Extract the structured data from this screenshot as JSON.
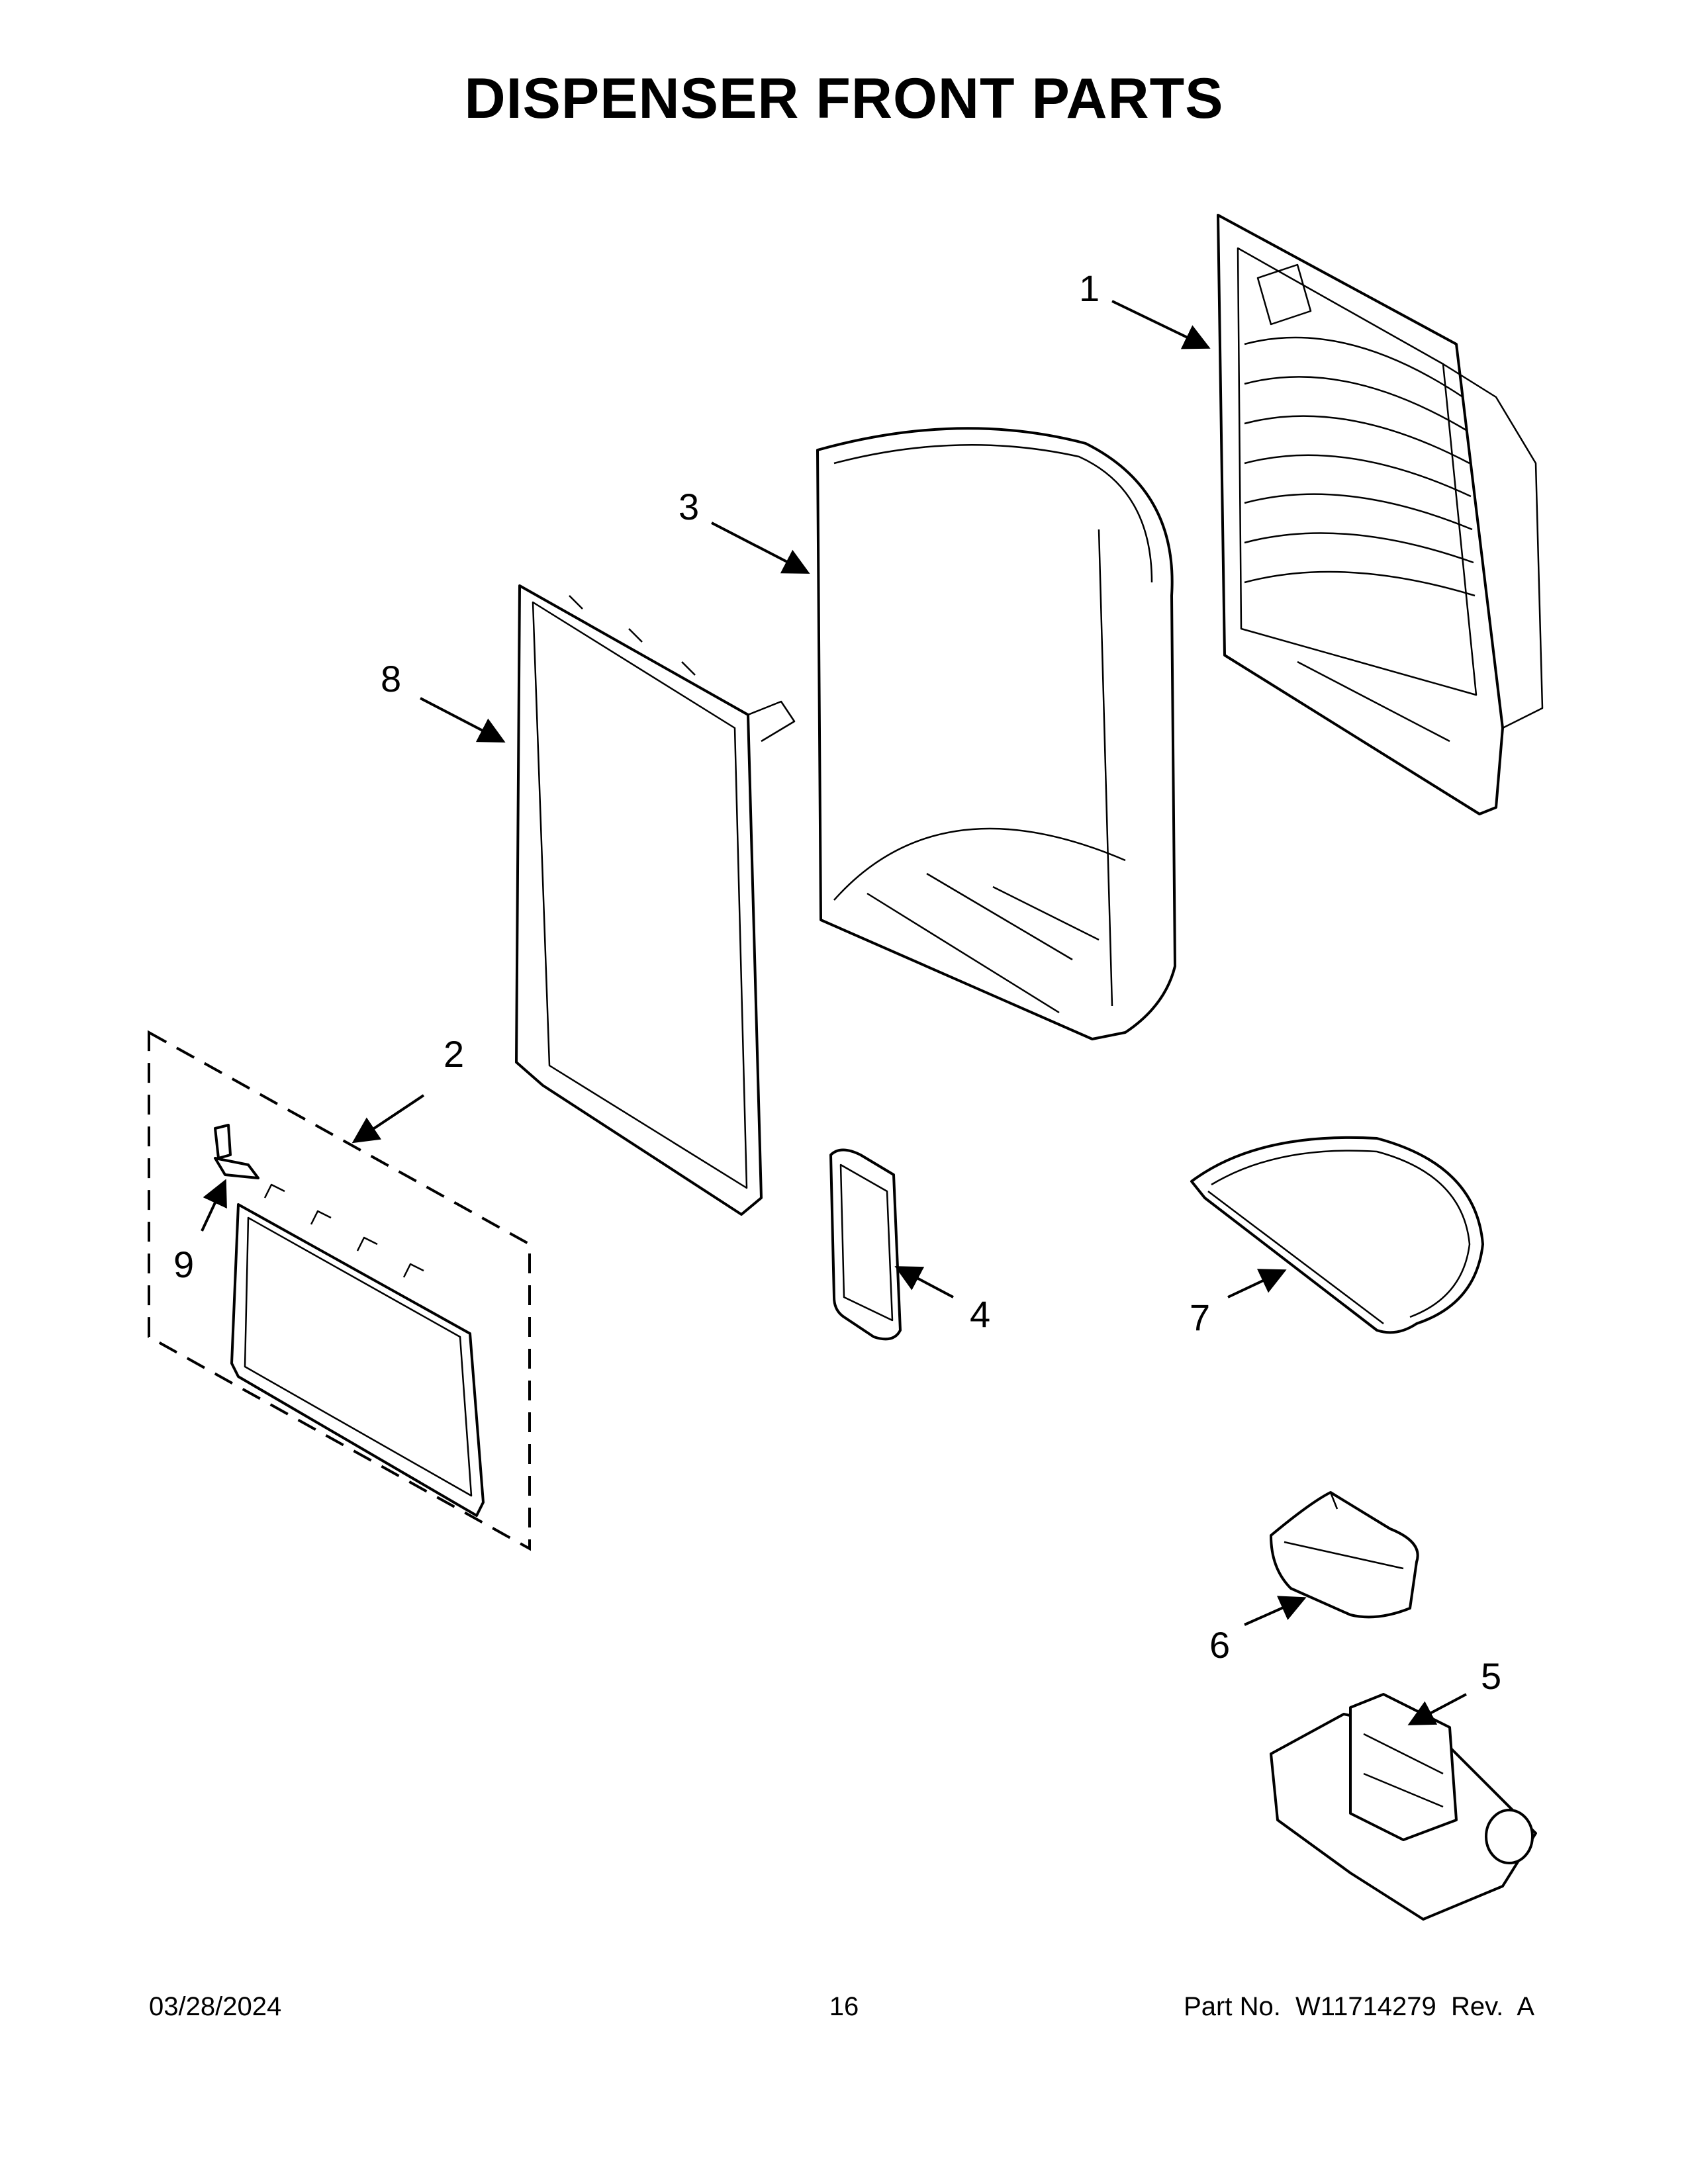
{
  "title": "DISPENSER FRONT PARTS",
  "callouts": [
    "1",
    "2",
    "3",
    "4",
    "5",
    "6",
    "7",
    "8",
    "9"
  ],
  "footer": {
    "date": "03/28/2024",
    "page_number": "16",
    "part_number": "Part No.  W11714279  Rev.  A"
  }
}
